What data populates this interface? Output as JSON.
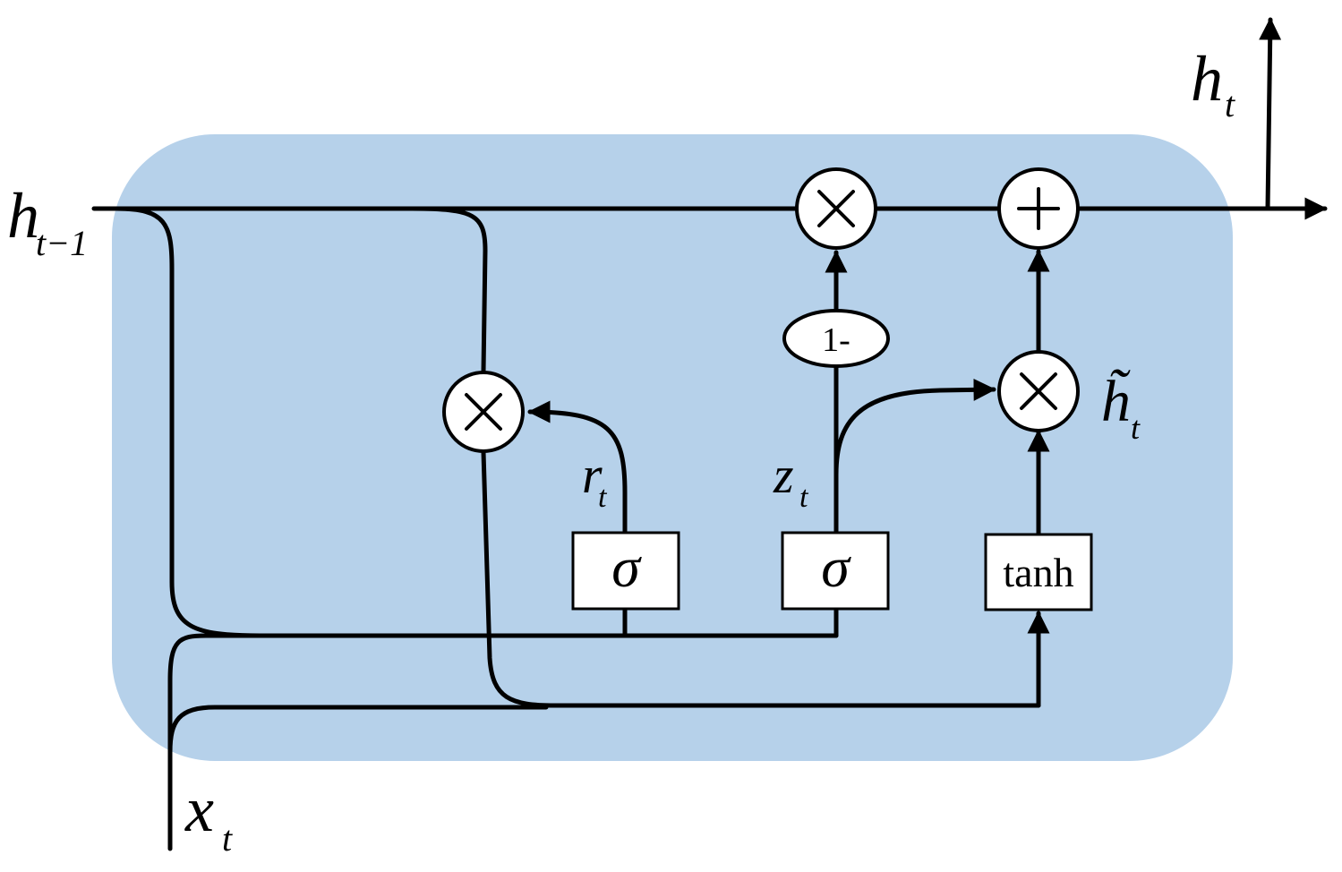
{
  "colors": {
    "cell_fill": "#b6d1ea",
    "stroke": "#000000",
    "node_fill": "#ffffff"
  },
  "labels": {
    "h_prev": {
      "base": "h",
      "sub": "t−1"
    },
    "h_out": {
      "base": "h",
      "sub": "t"
    },
    "x_in": {
      "base": "x",
      "sub": "t"
    },
    "reset_gate": {
      "base": "r",
      "sub": "t"
    },
    "update_gate": {
      "base": "z",
      "sub": "t"
    },
    "candidate": {
      "base": "h̃",
      "sub": "t"
    }
  },
  "boxes": {
    "sigma_reset": "σ",
    "sigma_update": "σ",
    "tanh": "tanh"
  },
  "ops": {
    "one_minus": "1-",
    "multiply": "×",
    "add": "+"
  },
  "icons": {
    "multiply": "multiply-icon",
    "add": "plus-icon"
  }
}
